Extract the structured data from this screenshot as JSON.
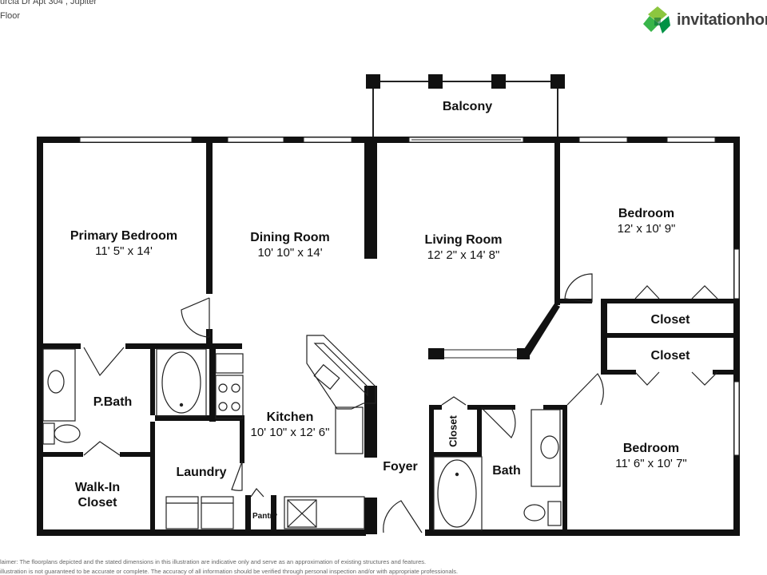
{
  "header": {
    "address": "urcia Dr Apt 304 , Jupiter",
    "floor": "Floor"
  },
  "brand": {
    "name": "invitationhon",
    "color": "#5cb85c"
  },
  "rooms": {
    "primary_bedroom": {
      "name": "Primary Bedroom",
      "dims": "11' 5\" x 14'"
    },
    "dining_room": {
      "name": "Dining Room",
      "dims": "10' 10\" x 14'"
    },
    "living_room": {
      "name": "Living Room",
      "dims": "12' 2\" x 14' 8\""
    },
    "bedroom_1": {
      "name": "Bedroom",
      "dims": "12' x 10' 9\""
    },
    "bedroom_2": {
      "name": "Bedroom",
      "dims": "11' 6\" x 10' 7\""
    },
    "kitchen": {
      "name": "Kitchen",
      "dims": "10' 10\" x 12' 6\""
    },
    "balcony": {
      "name": "Balcony"
    },
    "p_bath": {
      "name": "P.Bath"
    },
    "walk_in_closet": {
      "name": "Walk-In Closet"
    },
    "laundry": {
      "name": "Laundry"
    },
    "pantry": {
      "name": "Pantry"
    },
    "foyer": {
      "name": "Foyer"
    },
    "bath": {
      "name": "Bath"
    },
    "closet_1": {
      "name": "Closet"
    },
    "closet_2": {
      "name": "Closet"
    },
    "closet_3": {
      "name": "Closet"
    }
  },
  "disclaimer": {
    "line1": "laimer: The floorplans depicted and the stated dimensions in this illustration are indicative only and serve as an approximation of existing structures and features.",
    "line2": "illustration is not guaranteed to be accurate or complete. The accuracy of all information should be verified through personal inspection and/or with appropriate professionals."
  }
}
